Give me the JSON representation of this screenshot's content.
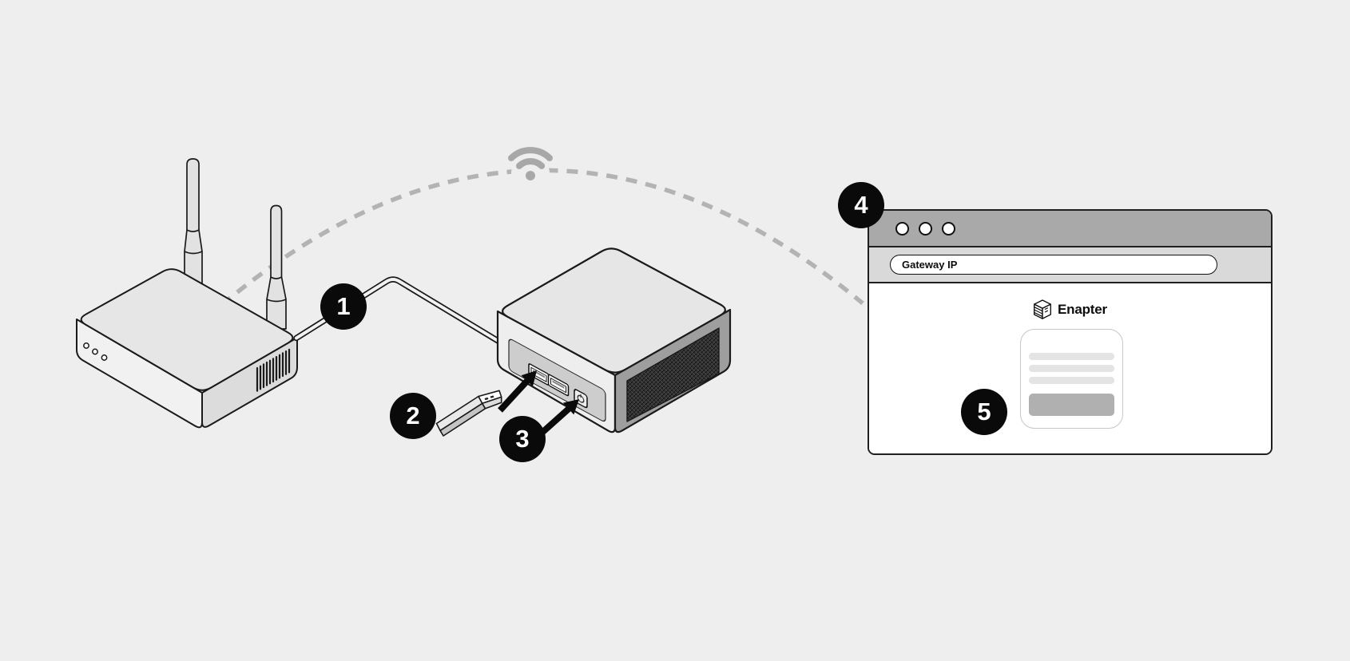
{
  "page": {
    "background_color": "#eeeeee"
  },
  "steps": [
    {
      "number": "1"
    },
    {
      "number": "2"
    },
    {
      "number": "3"
    },
    {
      "number": "4"
    },
    {
      "number": "5"
    }
  ],
  "browser_window": {
    "address_bar": {
      "value": "Gateway IP"
    },
    "logo_text": "Enapter",
    "colors": {
      "title_bar": "#a9a9a9",
      "address_strip": "#d9d9d9",
      "card_button": "#b0b0b0",
      "card_placeholder_line": "#e4e4e4"
    }
  },
  "illustration": {
    "badge_background": "#0a0a0a",
    "badge_text_color": "#ffffff",
    "dashed_line_color": "#b3b3b3",
    "wifi_icon_color": "#a8a8a8",
    "outline_color": "#1a1a1a"
  }
}
